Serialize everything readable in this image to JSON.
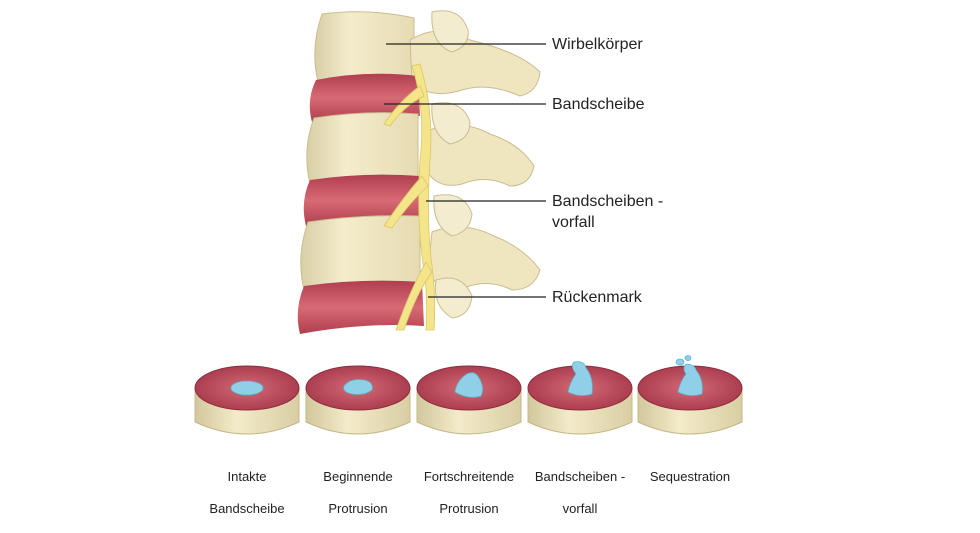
{
  "labels": {
    "vertebral_body": "Wirbelkörper",
    "disc": "Bandscheibe",
    "herniation_line1": "Bandscheiben -",
    "herniation_line2": "vorfall",
    "spinal_cord": "Rückenmark"
  },
  "stages": [
    {
      "line1": "Intakte",
      "line2": "Bandscheibe"
    },
    {
      "line1": "Beginnende",
      "line2": "Protrusion"
    },
    {
      "line1": "Fortschreitende",
      "line2": "Protrusion"
    },
    {
      "line1": "Bandscheiben -",
      "line2": "vorfall"
    },
    {
      "line1": "Sequestration",
      "line2": ""
    }
  ],
  "colors": {
    "bone": "#f1e9c6",
    "bone_shadow": "#cfc49a",
    "disc_red": "#c9525e",
    "disc_dark": "#a8384a",
    "nerve": "#f4e58a",
    "nucleus_blue": "#8fd0e6"
  }
}
